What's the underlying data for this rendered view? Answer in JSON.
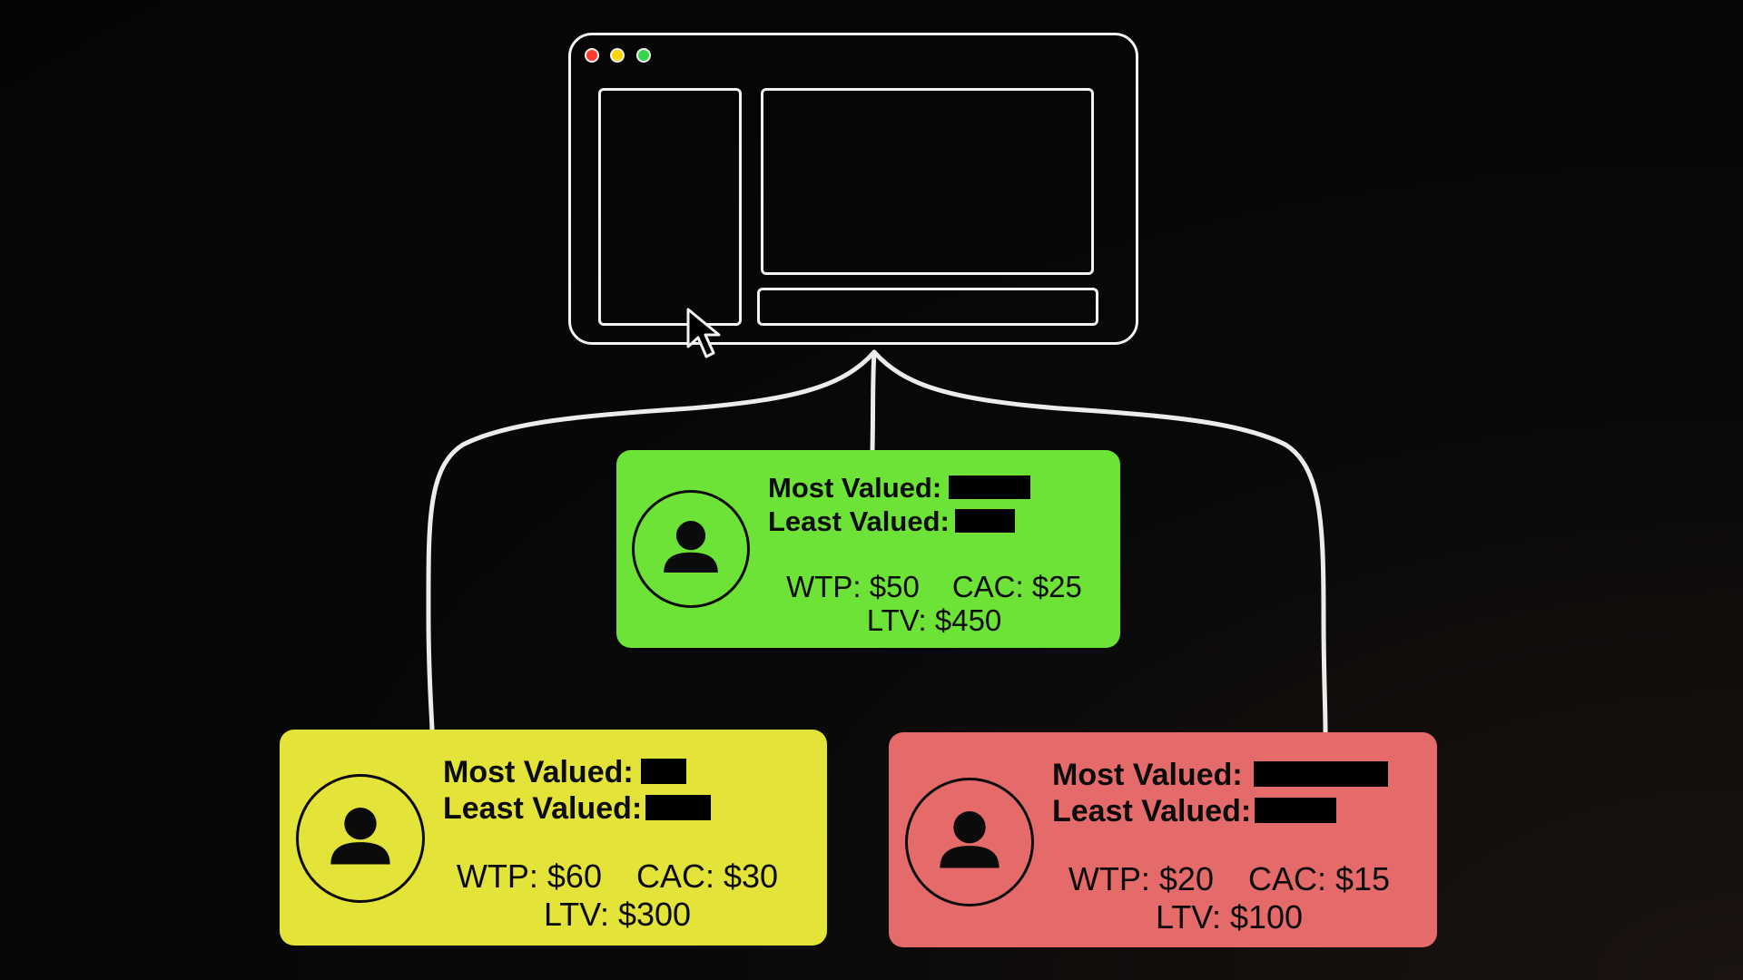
{
  "colors": {
    "background": "#050505",
    "sketch_line": "#f2f2f2",
    "card_green": "#6ee337",
    "card_yellow": "#e3e33a",
    "card_red": "#e56b6b",
    "window_dot_red": "#ff3b30",
    "window_dot_yellow": "#ffd60a",
    "window_dot_green": "#34d74a",
    "redaction": "#000000"
  },
  "window": {
    "icons": [
      "close-dot",
      "minimize-dot",
      "maximize-dot",
      "cursor-arrow-icon"
    ]
  },
  "personas": [
    {
      "id": "green",
      "icon": "user-icon",
      "most_valued_label": "Most Valued:",
      "least_valued_label": "Least Valued:",
      "wtp": "WTP: $50",
      "cac": "CAC: $25",
      "ltv": "LTV: $450"
    },
    {
      "id": "yellow",
      "icon": "user-icon",
      "most_valued_label": "Most Valued:",
      "least_valued_label": "Least Valued:",
      "wtp": "WTP: $60",
      "cac": "CAC: $30",
      "ltv": "LTV: $300"
    },
    {
      "id": "red",
      "icon": "user-icon",
      "most_valued_label": "Most Valued:",
      "least_valued_label": "Least Valued:",
      "wtp": "WTP: $20",
      "cac": "CAC: $15",
      "ltv": "LTV: $100"
    }
  ]
}
